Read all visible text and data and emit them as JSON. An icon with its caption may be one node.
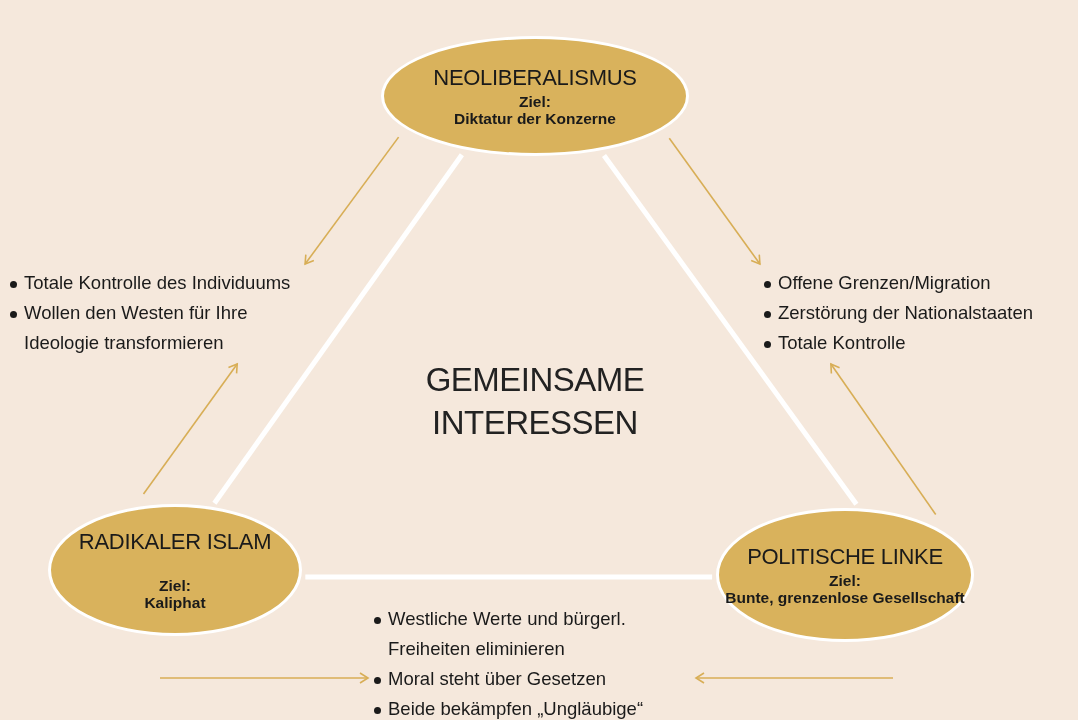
{
  "diagram": {
    "nodes": [
      {
        "text": [
          "NEOLIBERALISMUS",
          "Ziel:",
          "Diktatur der Konzerne"
        ]
      },
      {
        "text": [
          "RADIKALER ISLAM",
          "Ziel:",
          "Kaliphat"
        ]
      },
      {
        "text": [
          "POLITISCHE LINKE",
          "Ziel:",
          "Bunte, grenzenlose Gesellschaft"
        ]
      },
      {
        "text": [
          "Totale Kontrolle des Individuums",
          "Wollen den Westen für Ihre Ideologie transformieren"
        ]
      },
      {
        "text": [
          "Offene Grenzen/Migration",
          "Zerstörung der Nationalstaaten",
          "Totale Kontrolle"
        ]
      },
      {
        "text": [
          "Westliche Werte und bürgerl. Freiheiten eliminieren",
          "Moral steht über Gesetzen",
          "Beide bekämpfen „Ungläubige“"
        ]
      }
    ],
    "edges": [
      {
        "from": 0,
        "to": 1,
        "arrow": "none",
        "style": "thick",
        "color": "#ffffff"
      },
      {
        "from": 0,
        "to": 2,
        "arrow": "none",
        "style": "thick",
        "color": "#ffffff"
      },
      {
        "from": 1,
        "to": 2,
        "arrow": "none",
        "style": "thick",
        "color": "#ffffff"
      },
      {
        "from": 0,
        "to": 3,
        "arrow": "to"
      },
      {
        "from": 1,
        "to": 3,
        "arrow": "to"
      },
      {
        "from": 0,
        "to": 4,
        "arrow": "to"
      },
      {
        "from": 2,
        "to": 4,
        "arrow": "to"
      },
      {
        "from": null,
        "to": 5,
        "arrow": "to"
      },
      {
        "from": null,
        "to": 5,
        "arrow": "to"
      }
    ],
    "labels": [
      "GEMEINSAME INTERESSEN"
    ]
  }
}
